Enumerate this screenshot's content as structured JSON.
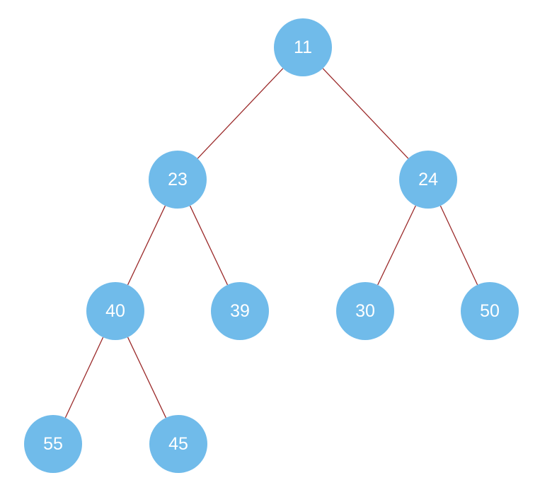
{
  "colors": {
    "node_fill": "#70bbea",
    "edge_stroke": "#9b2a2a",
    "label_text": "#ffffff"
  },
  "tree": {
    "nodes": [
      {
        "id": "n11",
        "label": "11"
      },
      {
        "id": "n23",
        "label": "23"
      },
      {
        "id": "n24",
        "label": "24"
      },
      {
        "id": "n40",
        "label": "40"
      },
      {
        "id": "n39",
        "label": "39"
      },
      {
        "id": "n30",
        "label": "30"
      },
      {
        "id": "n50",
        "label": "50"
      },
      {
        "id": "n55",
        "label": "55"
      },
      {
        "id": "n45",
        "label": "45"
      }
    ],
    "edges": [
      {
        "from": "n11",
        "to": "n23"
      },
      {
        "from": "n11",
        "to": "n24"
      },
      {
        "from": "n23",
        "to": "n40"
      },
      {
        "from": "n23",
        "to": "n39"
      },
      {
        "from": "n24",
        "to": "n30"
      },
      {
        "from": "n24",
        "to": "n50"
      },
      {
        "from": "n40",
        "to": "n55"
      },
      {
        "from": "n40",
        "to": "n45"
      }
    ]
  }
}
